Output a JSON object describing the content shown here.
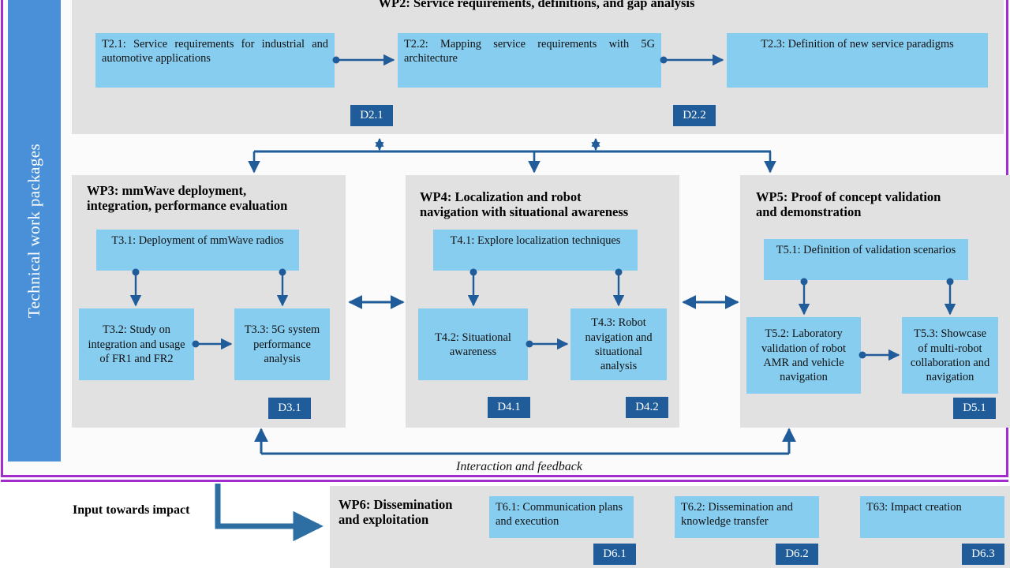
{
  "sidebar": {
    "label": "Technical work packages"
  },
  "wp2": {
    "title": "WP2: Service requirements, definitions, and gap analysis",
    "tasks": [
      {
        "id": "t2-1",
        "text": "T2.1: Service requirements for industrial and automotive applications"
      },
      {
        "id": "t2-2",
        "text": "T2.2: Mapping service requirements with 5G architecture"
      },
      {
        "id": "t2-3",
        "text": "T2.3: Definition of new service paradigms"
      }
    ],
    "deliverables": [
      {
        "id": "d2-1",
        "label": "D2.1"
      },
      {
        "id": "d2-2",
        "label": "D2.2"
      }
    ]
  },
  "wp3": {
    "title": "WP3: mmWave deployment,\nintegration, performance evaluation",
    "title_line1": "WP3: mmWave deployment,",
    "title_line2": "integration, performance evaluation",
    "tasks": [
      {
        "id": "t3-1",
        "text": "T3.1: Deployment of mmWave radios"
      },
      {
        "id": "t3-2",
        "text": "T3.2: Study on integration and usage of FR1 and FR2"
      },
      {
        "id": "t3-3",
        "text": "T3.3: 5G system performance analysis"
      }
    ],
    "deliverables": [
      {
        "id": "d3-1",
        "label": "D3.1"
      }
    ]
  },
  "wp4": {
    "title_line1": "WP4: Localization and robot",
    "title_line2": "navigation with situational awareness",
    "tasks": [
      {
        "id": "t4-1",
        "text": "T4.1: Explore localization techniques"
      },
      {
        "id": "t4-2",
        "text": "T4.2: Situational awareness"
      },
      {
        "id": "t4-3",
        "text": "T4.3: Robot navigation and situational analysis"
      }
    ],
    "deliverables": [
      {
        "id": "d4-1",
        "label": "D4.1"
      },
      {
        "id": "d4-2",
        "label": "D4.2"
      }
    ]
  },
  "wp5": {
    "title_line1": "WP5: Proof of concept validation",
    "title_line2": "and demonstration",
    "tasks": [
      {
        "id": "t5-1",
        "text": "T5.1: Definition of validation scenarios"
      },
      {
        "id": "t5-2",
        "text": "T5.2: Laboratory validation of robot AMR and vehicle navigation"
      },
      {
        "id": "t5-3",
        "text": "T5.3: Showcase of multi-robot collaboration and navigation"
      }
    ],
    "deliverables": [
      {
        "id": "d5-1",
        "label": "D5.1"
      }
    ]
  },
  "wp6": {
    "title_line1": "WP6: Dissemination",
    "title_line2": " and exploitation",
    "tasks": [
      {
        "id": "t6-1",
        "text": "T6.1: Communication plans and execution"
      },
      {
        "id": "t6-2",
        "text": "T6.2: Dissemination and knowledge transfer"
      },
      {
        "id": "t6-3",
        "text": "T63: Impact creation"
      }
    ],
    "deliverables": [
      {
        "id": "d6-1",
        "label": "D6.1"
      },
      {
        "id": "d6-2",
        "label": "D6.2"
      },
      {
        "id": "d6-3",
        "label": "D6.3"
      }
    ]
  },
  "annotations": {
    "interaction_feedback": "Interaction and feedback",
    "input_towards_impact": "Input towards impact"
  },
  "colors": {
    "task_fill": "#87cdf0",
    "panel_fill": "#e1e1e1",
    "deliverable_fill": "#1f5c99",
    "sidebar_fill": "#4a90d9",
    "connector": "#1f5c99",
    "frame_border": "#a32ccf"
  }
}
